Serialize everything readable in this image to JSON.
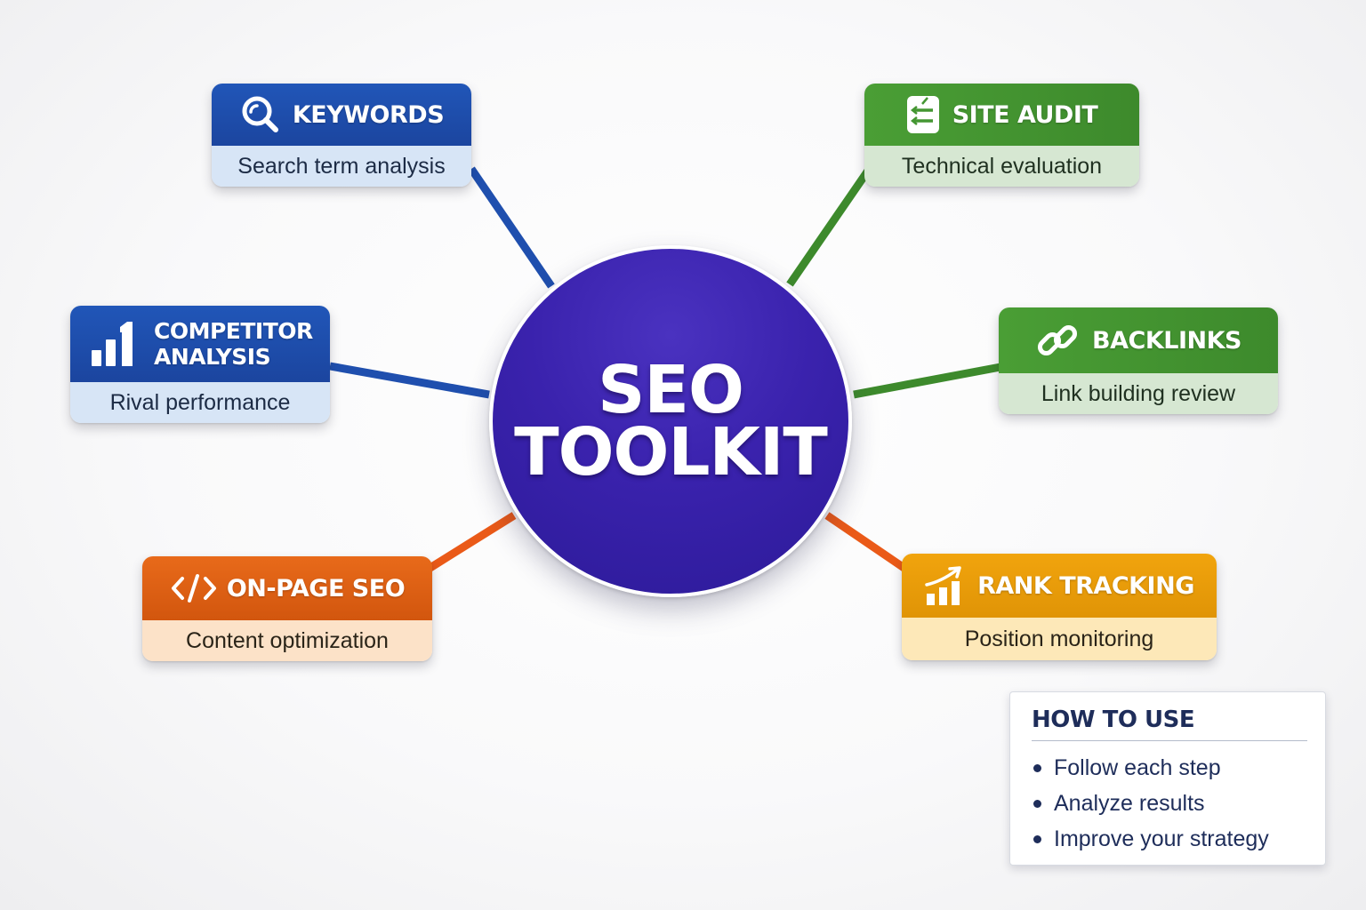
{
  "hub": {
    "line1": "SEO",
    "line2": "TOOLKIT",
    "color": "#3a22ad"
  },
  "cards": {
    "keywords": {
      "title": "KEYWORDS",
      "subtitle": "Search term analysis",
      "icon": "search-icon",
      "color": "#1d4ba6"
    },
    "site_audit": {
      "title": "SITE AUDIT",
      "subtitle": "Technical evaluation",
      "icon": "checklist-icon",
      "color": "#449632"
    },
    "competitor": {
      "title_line1": "COMPETITOR",
      "title_line2": "ANALYSIS",
      "subtitle": "Rival performance",
      "icon": "bar-chart-icon",
      "color": "#1d4ba6"
    },
    "backlinks": {
      "title": "BACKLINKS",
      "subtitle": "Link building review",
      "icon": "chain-link-icon",
      "color": "#449632"
    },
    "on_page": {
      "title": "ON-PAGE SEO",
      "subtitle": "Content optimization",
      "icon": "code-icon",
      "color": "#de6014"
    },
    "rank_tracking": {
      "title": "RANK TRACKING",
      "subtitle": "Position monitoring",
      "icon": "trending-chart-icon",
      "color": "#e99d09"
    }
  },
  "connectors": {
    "blue": "#1f4fae",
    "green": "#3d8a2c",
    "orange": "#ea5a18"
  },
  "how_to_use": {
    "title": "HOW TO USE",
    "items": [
      "Follow each step",
      "Analyze results",
      "Improve your strategy"
    ]
  }
}
